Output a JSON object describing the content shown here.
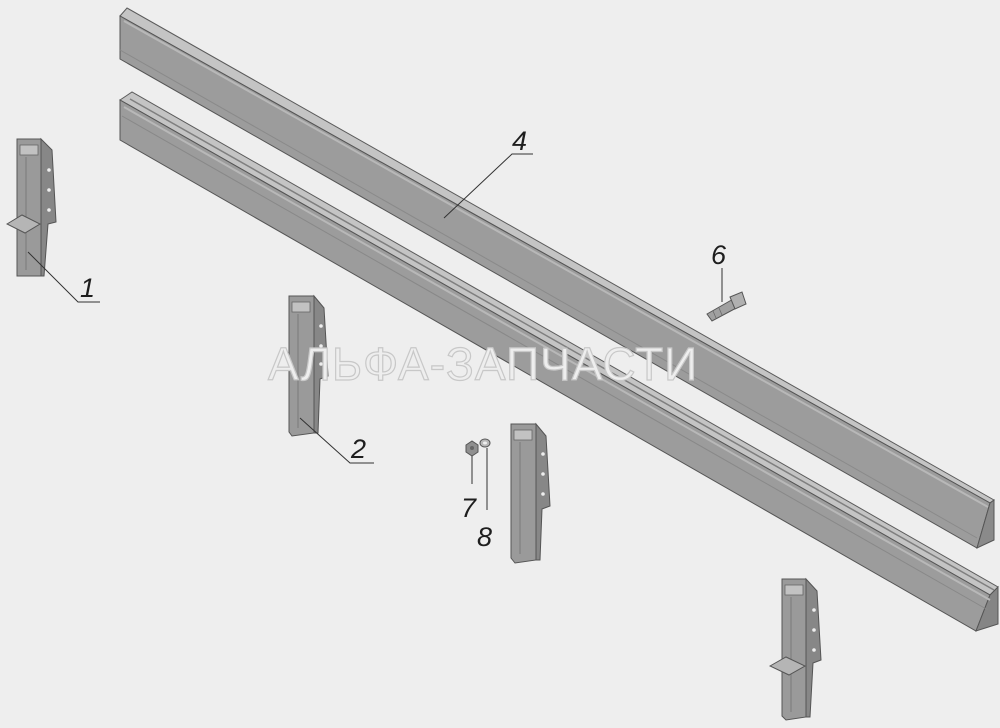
{
  "watermark": "АЛЬФА-ЗАПЧАСТИ",
  "callouts": {
    "c1": "1",
    "c2": "2",
    "c4": "4",
    "c6": "6",
    "c7": "7",
    "c8": "8"
  },
  "colors": {
    "background": "#eeeeee",
    "part_face": "#999999",
    "part_top": "#c2c2c2",
    "part_dark": "#7d7d7d",
    "outline": "#555555",
    "leader": "#333333",
    "watermark_stroke": "#c8c8c8"
  }
}
